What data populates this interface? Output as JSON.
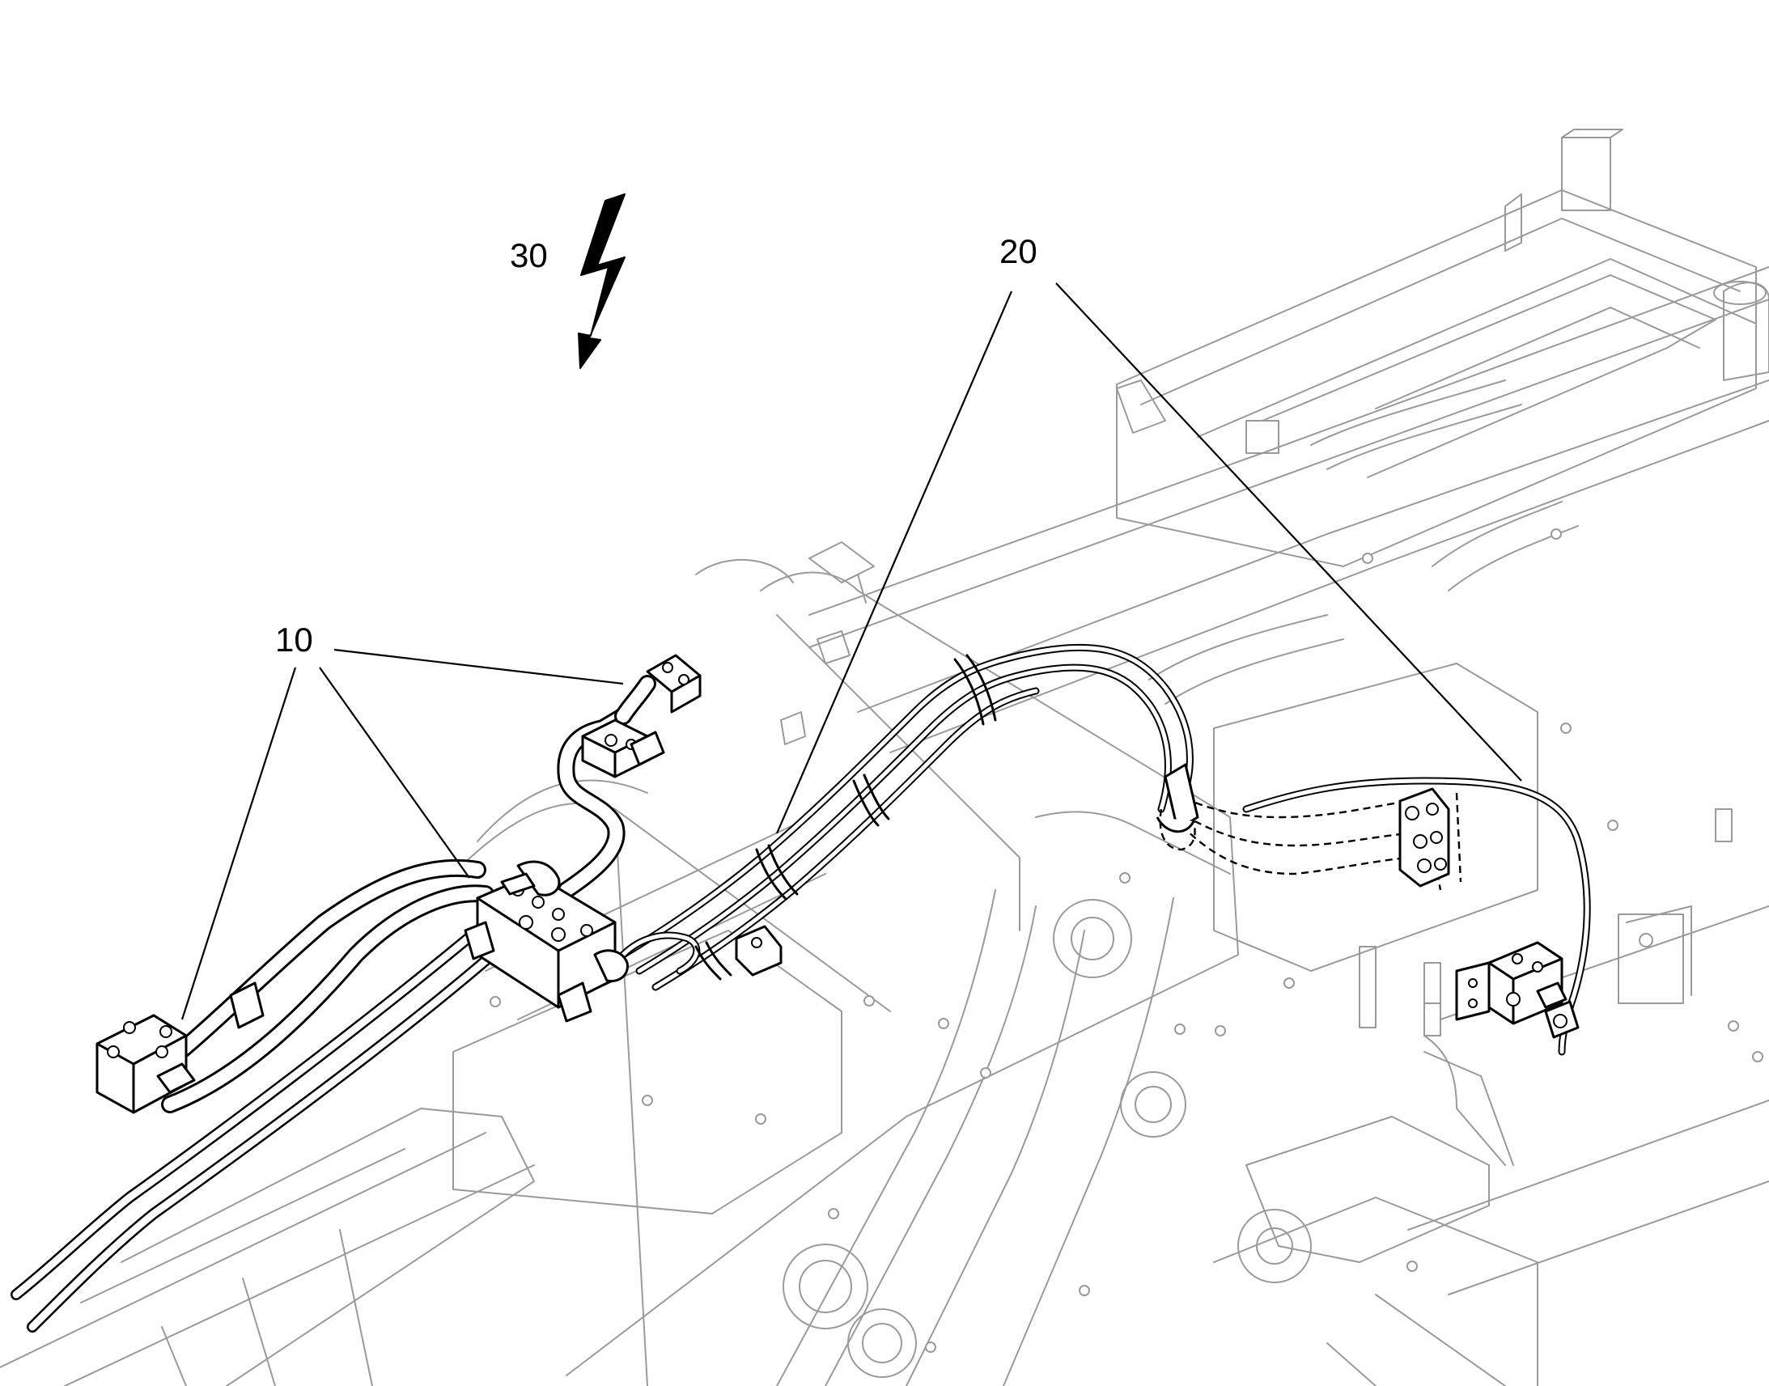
{
  "callouts": {
    "item_10": "10",
    "item_20": "20",
    "item_30": "30"
  }
}
